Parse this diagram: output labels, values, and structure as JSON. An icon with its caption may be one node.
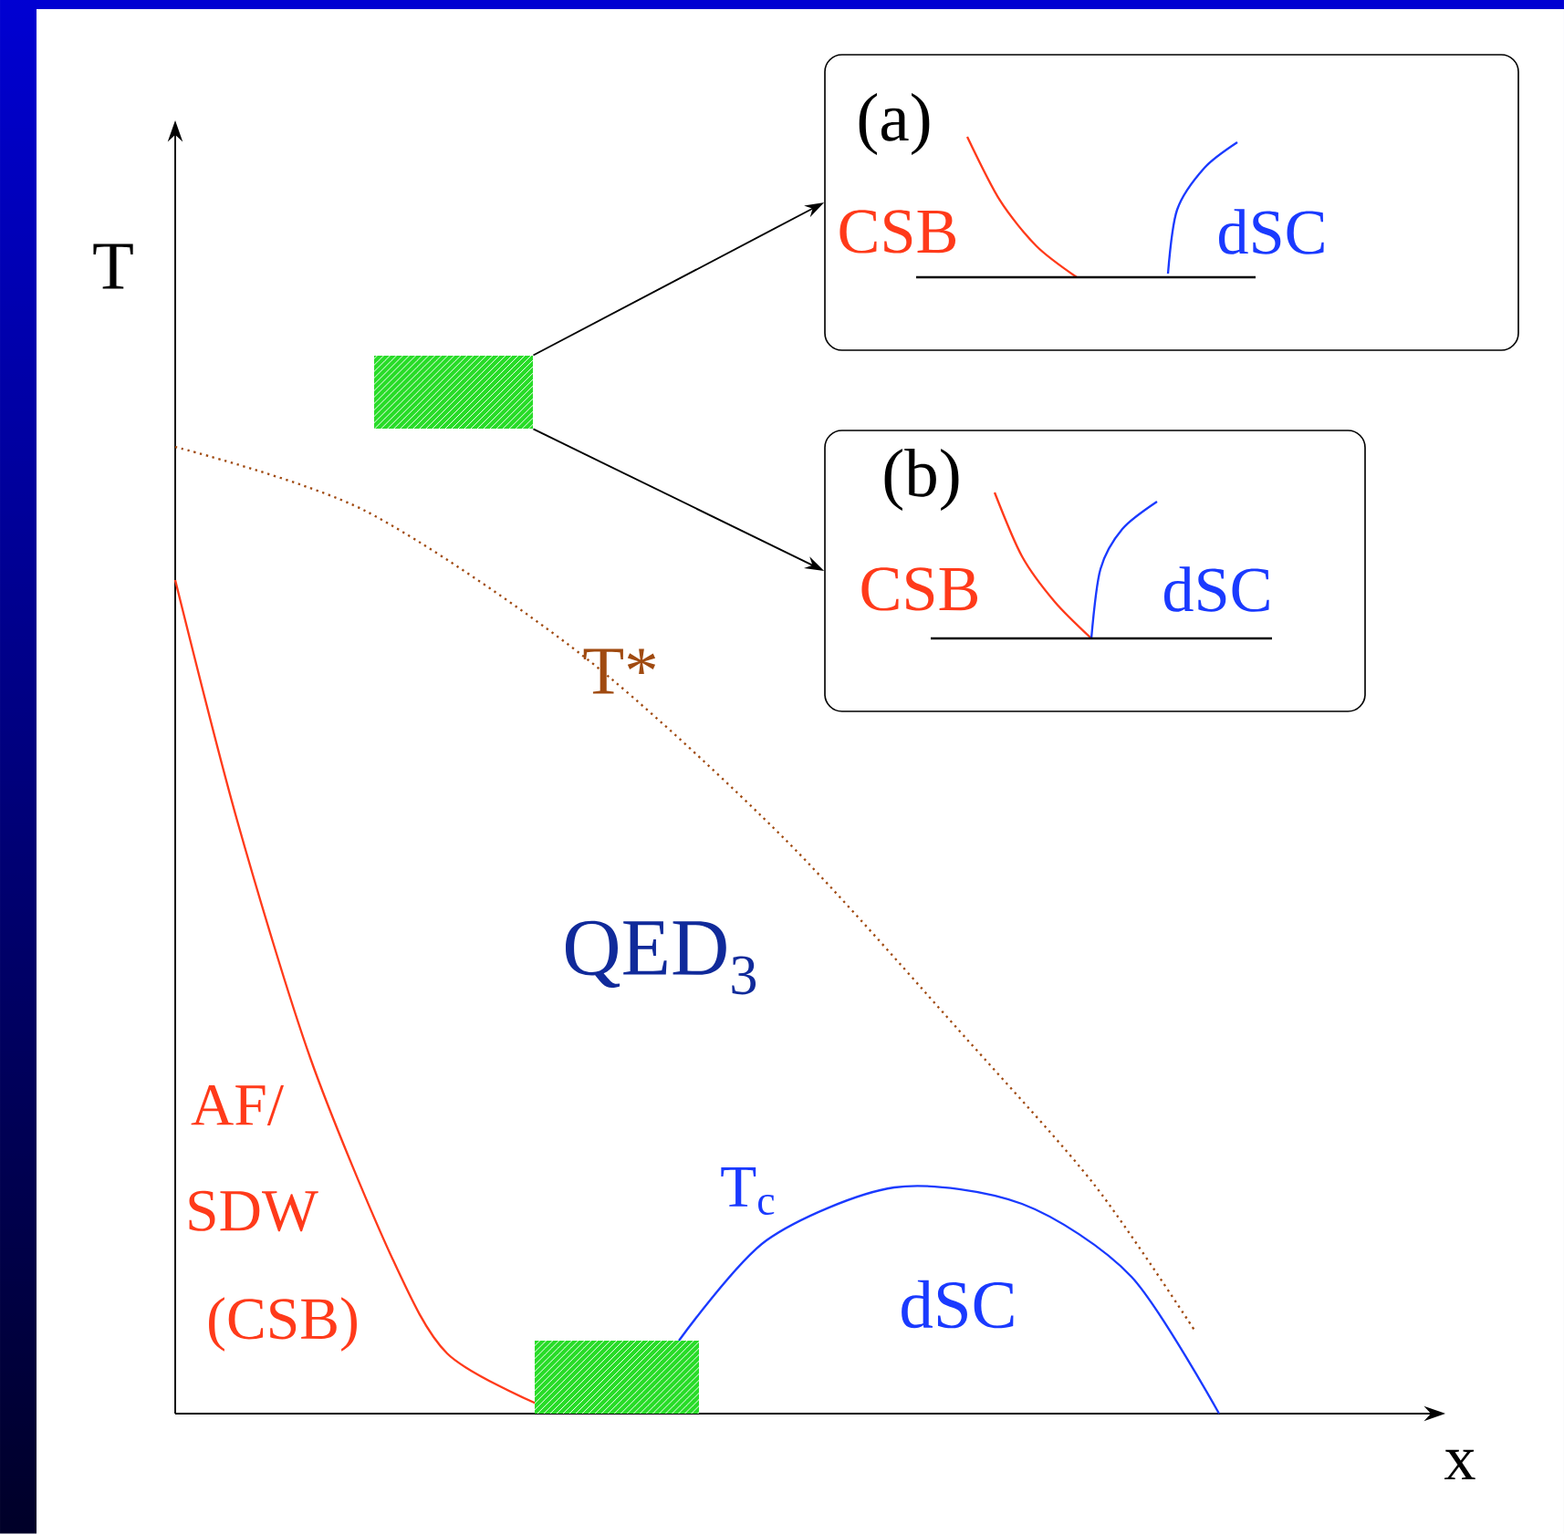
{
  "diagram": {
    "nodes": [
      {
        "text": [
          "(a)",
          "CSB",
          "dSC"
        ]
      },
      {
        "text": [],
        "shape": "box"
      },
      {
        "text": [
          "(b)",
          "CSB",
          "dSC"
        ]
      },
      {
        "text": [],
        "shape": "box"
      }
    ],
    "edges": [
      {
        "from": 1,
        "to": 0,
        "arrow": "to"
      },
      {
        "from": 1,
        "to": 2,
        "arrow": "to"
      }
    ],
    "labels": [
      "T",
      "T*",
      "QED$_{3}$",
      "AF/",
      "SDW",
      "(CSB)",
      "T$_{c}$",
      "dSC",
      "x"
    ]
  }
}
